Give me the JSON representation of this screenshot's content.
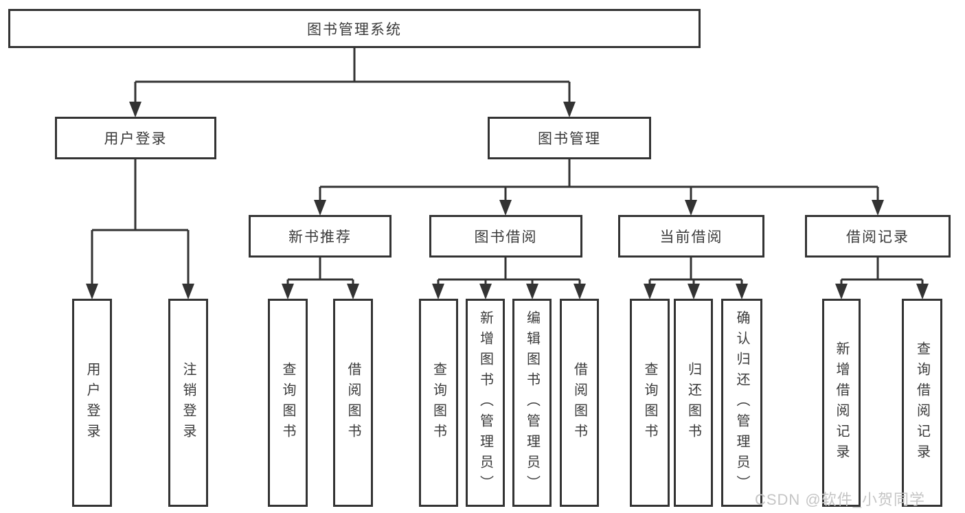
{
  "tree": {
    "root": {
      "label": "图书管理系统"
    },
    "branches": [
      {
        "label": "用户登录",
        "children": [
          {
            "label": "用户登录"
          },
          {
            "label": "注销登录"
          }
        ]
      },
      {
        "label": "图书管理",
        "children": [
          {
            "label": "新书推荐",
            "children": [
              {
                "label": "查询图书"
              },
              {
                "label": "借阅图书"
              }
            ]
          },
          {
            "label": "图书借阅",
            "children": [
              {
                "label": "查询图书"
              },
              {
                "label": "新增图书（管理员）"
              },
              {
                "label": "编辑图书（管理员）"
              },
              {
                "label": "借阅图书"
              }
            ]
          },
          {
            "label": "当前借阅",
            "children": [
              {
                "label": "查询图书"
              },
              {
                "label": "归还图书"
              },
              {
                "label": "确认归还（管理员）"
              }
            ]
          },
          {
            "label": "借阅记录",
            "children": [
              {
                "label": "新增借阅记录"
              },
              {
                "label": "查询借阅记录"
              }
            ]
          }
        ]
      }
    ]
  },
  "watermark": {
    "text": "CSDN @软件_小贺同学"
  },
  "colors": {
    "line": "#333333",
    "text": "#3a3a3a",
    "watermark": "#c5c5c5",
    "background": "#ffffff"
  }
}
